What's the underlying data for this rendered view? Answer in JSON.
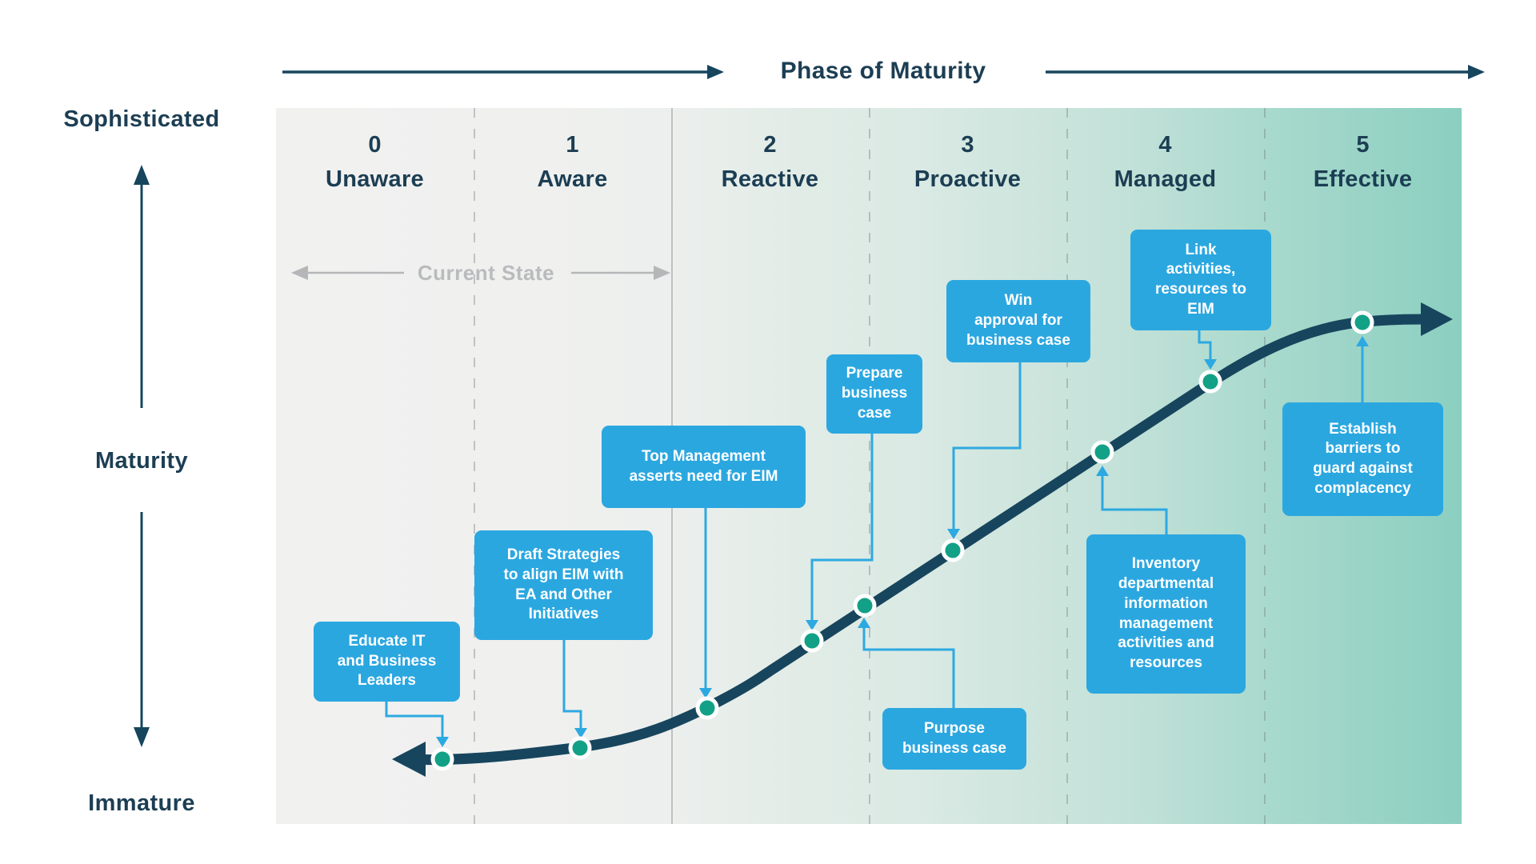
{
  "title": "Phase of Maturity",
  "axis": {
    "top_label": "Sophisticated",
    "mid_label": "Maturity",
    "bottom_label": "Immature"
  },
  "current_state_label": "Current State",
  "phases": [
    {
      "number": "0",
      "name": "Unaware"
    },
    {
      "number": "1",
      "name": "Aware"
    },
    {
      "number": "2",
      "name": "Reactive"
    },
    {
      "number": "3",
      "name": "Proactive"
    },
    {
      "number": "4",
      "name": "Managed"
    },
    {
      "number": "5",
      "name": "Effective"
    }
  ],
  "milestones": [
    {
      "label": "Educate IT\nand Business\nLeaders"
    },
    {
      "label": "Draft Strategies\nto align EIM with\nEA and Other\nInitiatives"
    },
    {
      "label": "Top Management\nasserts need for EIM"
    },
    {
      "label": "Prepare\nbusiness\ncase"
    },
    {
      "label": "Purpose\nbusiness case"
    },
    {
      "label": "Win\napproval for\nbusiness case"
    },
    {
      "label": "Inventory\ndepartmental\ninformation\nmanagement\nactivities and\nresources"
    },
    {
      "label": "Link\nactivities,\nresources to\nEIM"
    },
    {
      "label": "Establish\nbarriers to\nguard against\ncomplacency"
    }
  ],
  "colors": {
    "text_navy": "#1c3e53",
    "curve_navy": "#17455d",
    "callout_blue": "#2ba7e0",
    "connector_blue": "#2da9e1",
    "dot_green": "#12a186",
    "band_gray": "#f1f1f0",
    "band_teal": "#8bcfc0",
    "muted_gray": "#b9bbbd"
  }
}
